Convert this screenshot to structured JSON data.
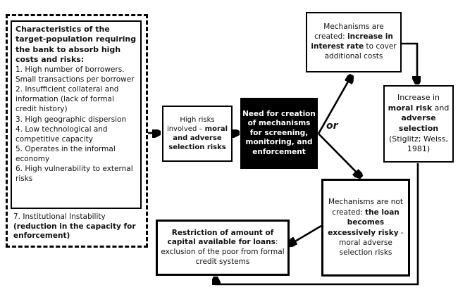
{
  "colors": {
    "background": "#ffffff",
    "text": "#111111",
    "box_border": "#000000",
    "need_box_bg": "#000000",
    "need_box_text": "#ffffff"
  },
  "left_panel": {
    "heading": "Characteristics of the target-population requiring the bank to absorb high costs and risks:",
    "items": [
      "1. High number of borrowers. Small transactions per borrower",
      "2. Insufficient collateral and information (lack of formal credit history)",
      "3. High geographic dispersion",
      "4. Low technological and competitive capacity",
      "5. Operates in the informal economy",
      "6. High vulnerability to external risks"
    ],
    "item7_normal": "7. Institutional Instability ",
    "item7_bold": "(reduction in the capacity for enforcement)"
  },
  "high_risks_box": {
    "normal": "High risks involved – ",
    "bold": "moral and adverse selection risks"
  },
  "need_box": {
    "text": "Need for creation of mechanisms for screening, monitoring, and enforcement"
  },
  "or_label": "or",
  "created_box": {
    "pre": "Mechanisms are created: ",
    "bold": "increase in interest rate",
    "post": " to cover additional costs"
  },
  "increase_box": {
    "pre": "Increase in ",
    "bold1": "moral risk",
    "mid": " and ",
    "bold2": "adverse selection",
    "post": " (Stiglitz; Weiss, 1981)"
  },
  "not_created_box": {
    "pre": "Mechanisms are not created: ",
    "bold": "the loan becomes excessively risky",
    "post": " - moral adverse selection risks"
  },
  "restriction_box": {
    "bold": "Restriction of amount of capital available for loans",
    "post": ": exclusion of the poor from formal credit systems"
  }
}
